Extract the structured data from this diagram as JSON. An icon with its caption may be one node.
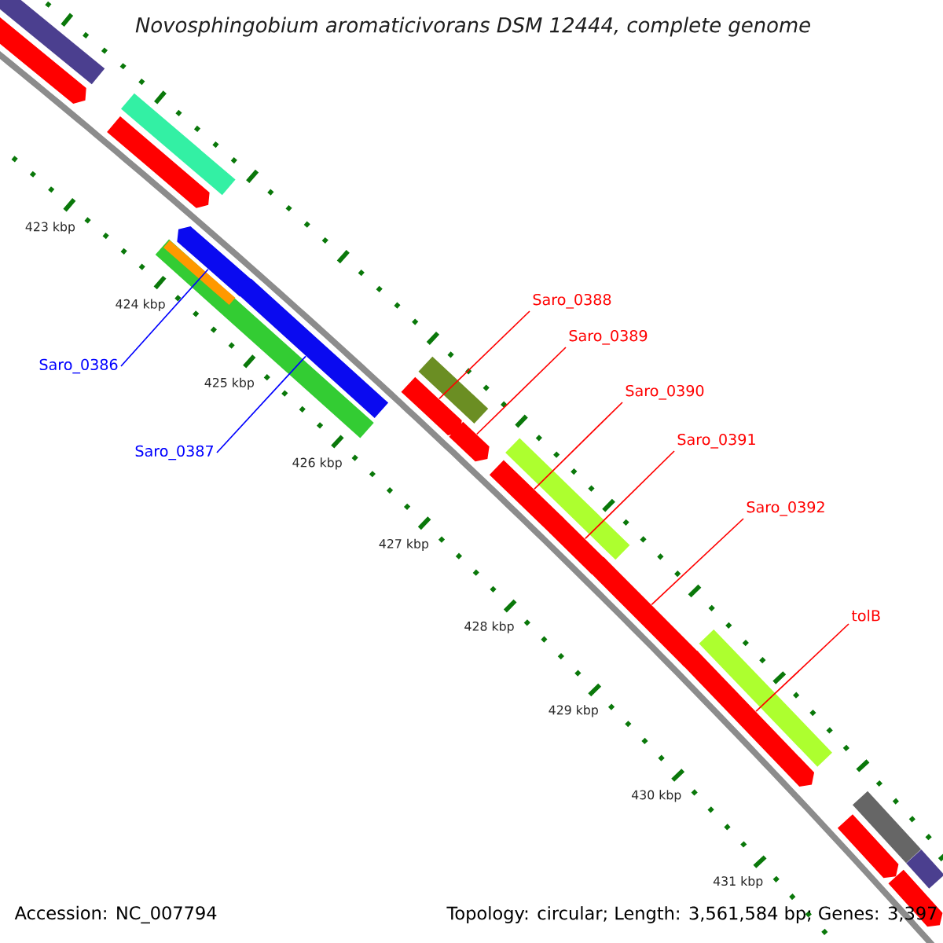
{
  "diagram": {
    "title": "Novosphingobium aromaticivorans DSM 12444, complete genome",
    "nodes": [
      {
        "text": [],
        "shape": "bar"
      },
      {
        "text": [],
        "shape": "arrow"
      },
      {
        "text": [],
        "shape": "bar"
      },
      {
        "text": [],
        "shape": "arrow"
      },
      {
        "text": [],
        "shape": "arrow"
      },
      {
        "text": [],
        "shape": "bar",
        "in": 6
      },
      {
        "text": [],
        "shape": "bar"
      },
      {
        "text": [],
        "shape": "arrow"
      },
      {
        "text": [],
        "shape": "bar"
      },
      {
        "text": [],
        "shape": "arrow"
      },
      {
        "text": [],
        "shape": "arrow"
      },
      {
        "text": [],
        "shape": "bar"
      },
      {
        "text": [],
        "shape": "arrow"
      },
      {
        "text": [],
        "shape": "arrow"
      },
      {
        "text": [],
        "shape": "arrow"
      },
      {
        "text": [],
        "shape": "bar"
      },
      {
        "text": [],
        "shape": "arrow"
      },
      {
        "text": [],
        "shape": "bar"
      },
      {
        "text": [],
        "shape": "bar"
      },
      {
        "text": [],
        "shape": "arrow"
      },
      {
        "text": [],
        "shape": "arrow"
      },
      {
        "text": [
          "Saro_0386"
        ]
      },
      {
        "text": [
          "Saro_0387"
        ]
      },
      {
        "text": [
          "Saro_0388"
        ]
      },
      {
        "text": [
          "Saro_0389"
        ]
      },
      {
        "text": [
          "Saro_0390"
        ]
      },
      {
        "text": [
          "Saro_0391"
        ]
      },
      {
        "text": [
          "Saro_0392"
        ]
      },
      {
        "text": [
          "tolB"
        ]
      }
    ],
    "edges": [
      {
        "from": 21,
        "to": 4,
        "arrow": "none",
        "color": "#0000ff"
      },
      {
        "from": 22,
        "to": 7,
        "arrow": "none",
        "color": "#0000ff"
      },
      {
        "from": 23,
        "to": 9,
        "arrow": "none"
      },
      {
        "from": 24,
        "to": 10,
        "arrow": "none"
      },
      {
        "from": 25,
        "to": 12,
        "arrow": "none"
      },
      {
        "from": 26,
        "to": 13,
        "arrow": "none"
      },
      {
        "from": 27,
        "to": 14,
        "arrow": "none"
      },
      {
        "from": 28,
        "to": 16,
        "arrow": "none"
      }
    ],
    "labels": [
      "423 kbp",
      "424 kbp",
      "425 kbp",
      "426 kbp",
      "427 kbp",
      "428 kbp",
      "429 kbp",
      "430 kbp",
      "431 kbp",
      "Accession: NC_007794",
      "Topology: circular; Length: 3,561,584 bp; Genes: 3,397"
    ]
  }
}
